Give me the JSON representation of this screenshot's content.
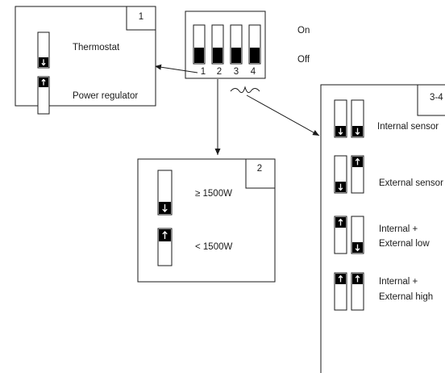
{
  "dip_switch": {
    "position_labels": [
      "1",
      "2",
      "3",
      "4"
    ],
    "on_label": "On",
    "off_label": "Off"
  },
  "box_1": {
    "tag": "1",
    "options": [
      {
        "label": "Thermostat",
        "switch": "down"
      },
      {
        "label": "Power regulator",
        "switch": "up"
      }
    ]
  },
  "box_2": {
    "tag": "2",
    "options": [
      {
        "label": "≥ 1500W",
        "switch": "down"
      },
      {
        "label": "< 1500W",
        "switch": "up"
      }
    ]
  },
  "box_34": {
    "tag": "3-4",
    "options": [
      {
        "label_lines": [
          "Internal sensor"
        ],
        "switches": [
          "down",
          "down"
        ]
      },
      {
        "label_lines": [
          "External sensor"
        ],
        "switches": [
          "down",
          "up"
        ]
      },
      {
        "label_lines": [
          "Internal +",
          "External low"
        ],
        "switches": [
          "up",
          "down"
        ]
      },
      {
        "label_lines": [
          "Internal +",
          "External high"
        ],
        "switches": [
          "up",
          "up"
        ]
      }
    ]
  }
}
